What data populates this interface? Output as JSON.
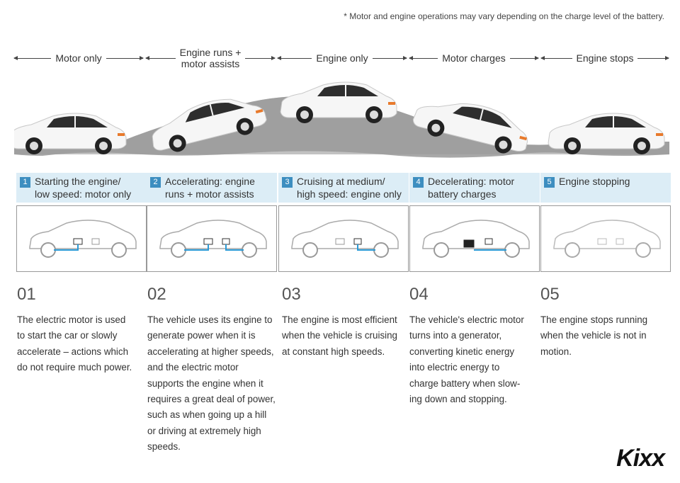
{
  "note": "* Motor and engine operations may vary depending on the charge level of the battery.",
  "phases": [
    {
      "label": "Motor only"
    },
    {
      "label_line1": "Engine runs +",
      "label_line2": "motor assists"
    },
    {
      "label": "Engine only"
    },
    {
      "label": "Motor charges"
    },
    {
      "label": "Engine stops"
    }
  ],
  "cards": [
    {
      "num": "1",
      "title_line1": "Starting the engine/",
      "title_line2": "low speed: motor only"
    },
    {
      "num": "2",
      "title_line1": "Accelerating: engine",
      "title_line2": "runs + motor assists"
    },
    {
      "num": "3",
      "title_line1": "Cruising at medium/",
      "title_line2": "high speed: engine only"
    },
    {
      "num": "4",
      "title_line1": "Decelerating: motor",
      "title_line2": "battery charges"
    },
    {
      "num": "5",
      "title_line1": "Engine stopping",
      "title_line2": ""
    }
  ],
  "steps": [
    {
      "num": "01",
      "lines": [
        "The electric motor is used",
        "to start the car or slowly",
        "accelerate – actions which",
        "do not require much power."
      ]
    },
    {
      "num": "02",
      "lines": [
        "The vehicle uses its engine to",
        "generate power when it is",
        "accelerating at higher speeds,",
        "and the electric motor",
        "supports the engine when it",
        "requires a great deal of power,",
        "such as when going up a hill",
        "or driving at extremely high",
        "speeds."
      ]
    },
    {
      "num": "03",
      "lines": [
        "The engine is most efficient",
        "when the vehicle is cruising",
        "at constant high speeds."
      ]
    },
    {
      "num": "04",
      "lines": [
        "The vehicle's electric motor",
        "turns into a generator,",
        "converting kinetic energy",
        "into electric energy to",
        "charge battery when slow-",
        "ing down and stopping."
      ]
    },
    {
      "num": "05",
      "lines": [
        "The engine stops running",
        "when the vehicle is not in",
        "motion."
      ]
    }
  ],
  "logo": "Kixx",
  "colors": {
    "accent": "#3d8ec0",
    "header_bg": "#dcedf6",
    "flow": "#2b9ad6",
    "road": "#9a9a9a"
  }
}
